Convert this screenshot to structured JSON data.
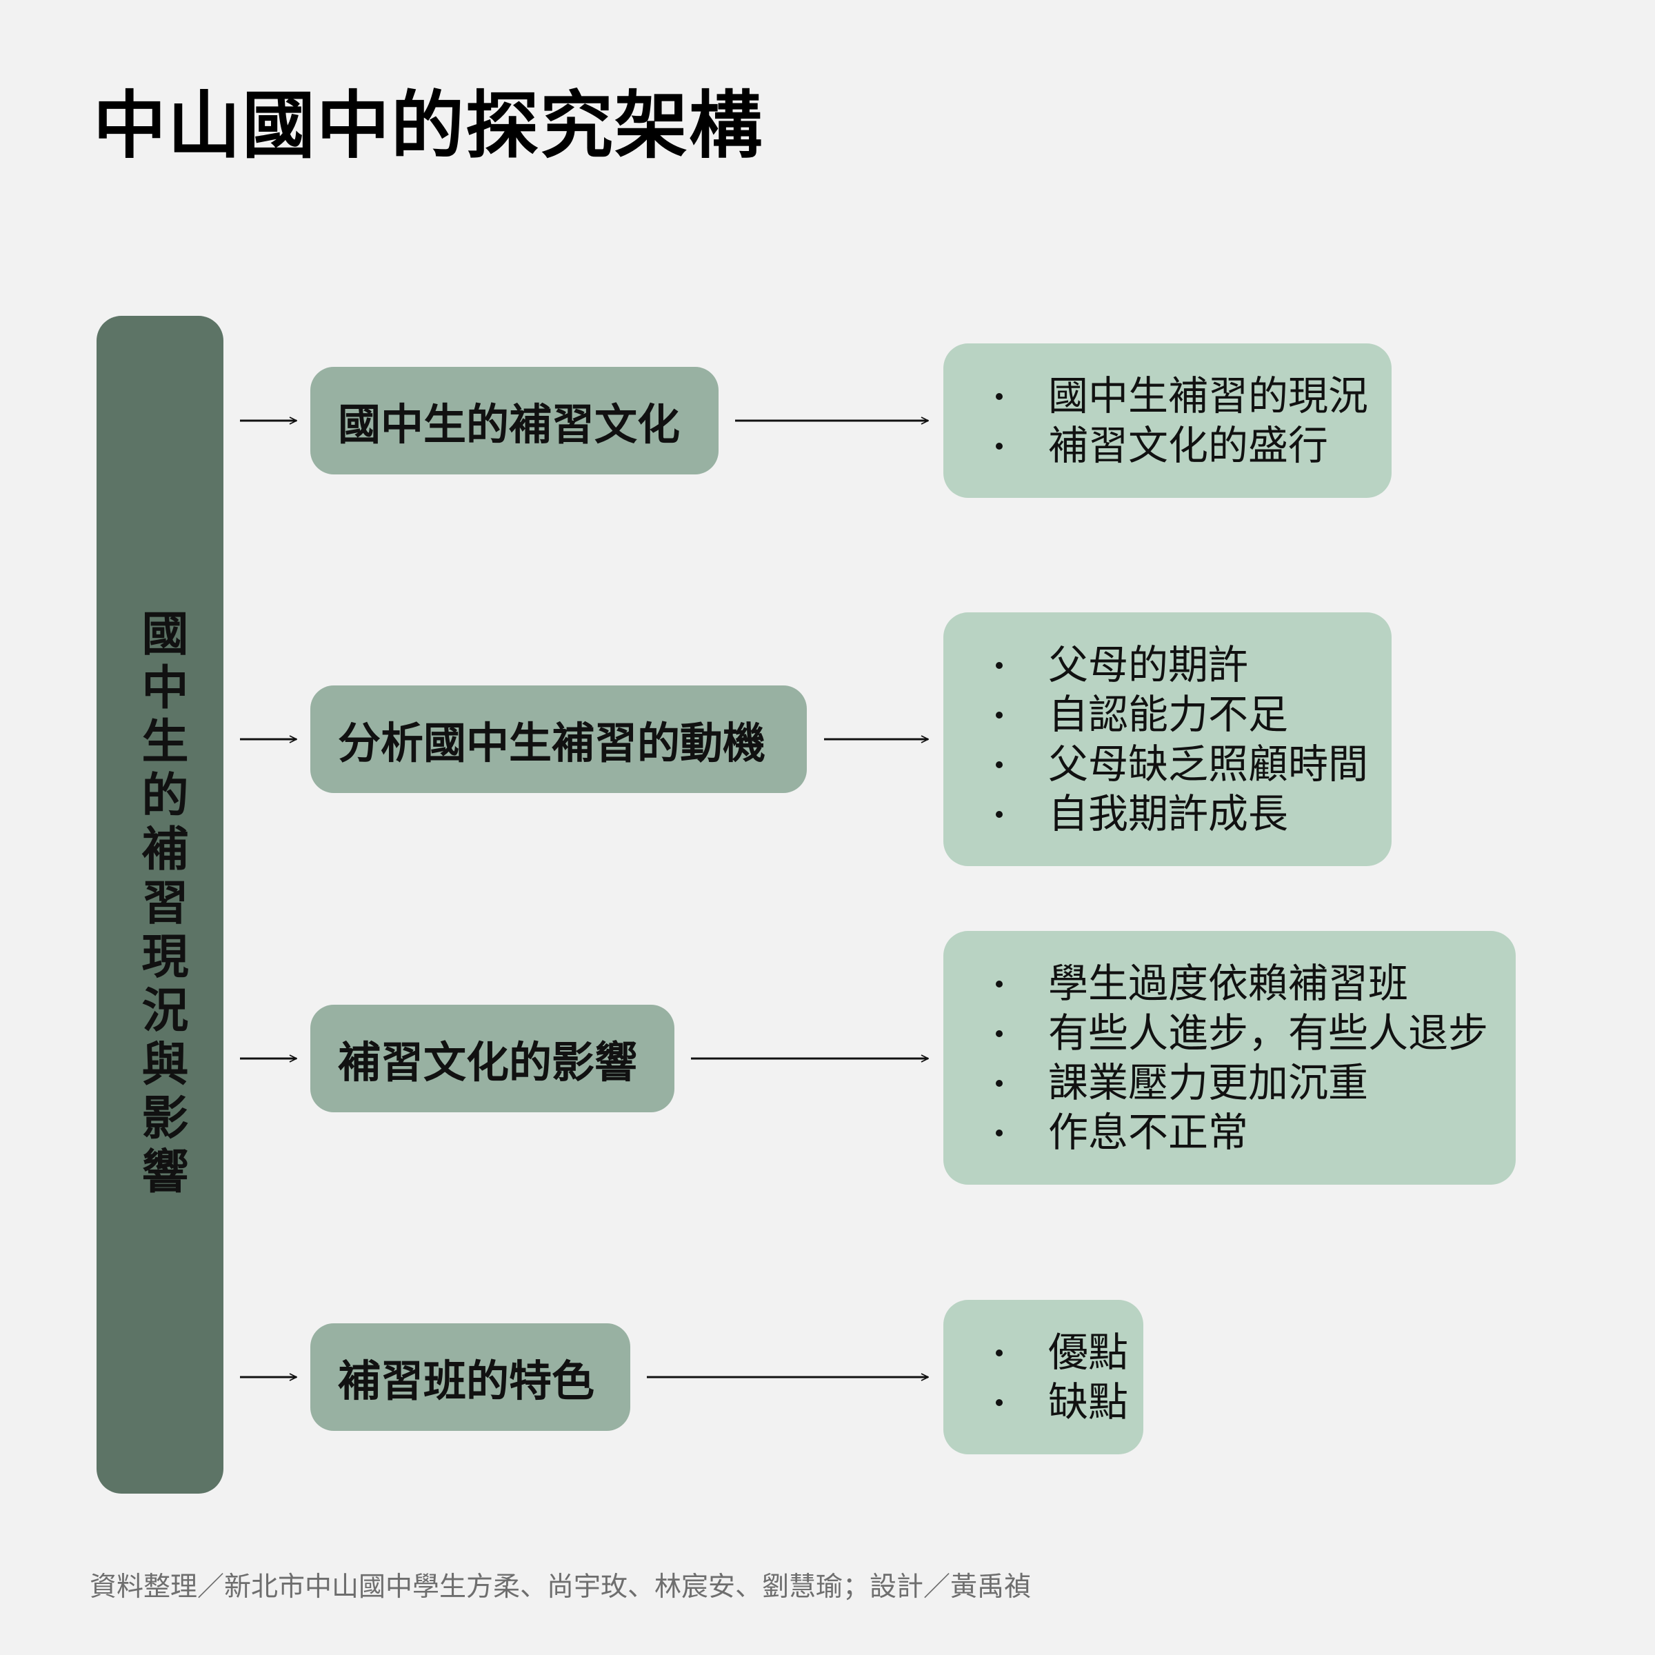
{
  "title": "中山國中的探究架構",
  "root": {
    "label": "國中生的補習現況與影響"
  },
  "branches": [
    {
      "topic": "國中生的補習文化",
      "details": [
        "國中生補習的現況",
        "補習文化的盛行"
      ]
    },
    {
      "topic": "分析國中生補習的動機",
      "details": [
        "父母的期許",
        "自認能力不足",
        "父母缺乏照顧時間",
        "自我期許成長"
      ]
    },
    {
      "topic": "補習文化的影響",
      "details": [
        "學生過度依賴補習班",
        "有些人進步，有些人退步",
        "課業壓力更加沉重",
        "作息不正常"
      ]
    },
    {
      "topic": "補習班的特色",
      "details": [
        "優點",
        "缺點"
      ]
    }
  ],
  "source": "資料整理／新北市中山國中學生方柔、尚宇玫、林宸安、劉慧瑜；設計／黃禹禎",
  "colors": {
    "background": "#f2f2f2",
    "root": "#5d7466",
    "topic": "#98b1a2",
    "detail": "#b9d3c3"
  }
}
